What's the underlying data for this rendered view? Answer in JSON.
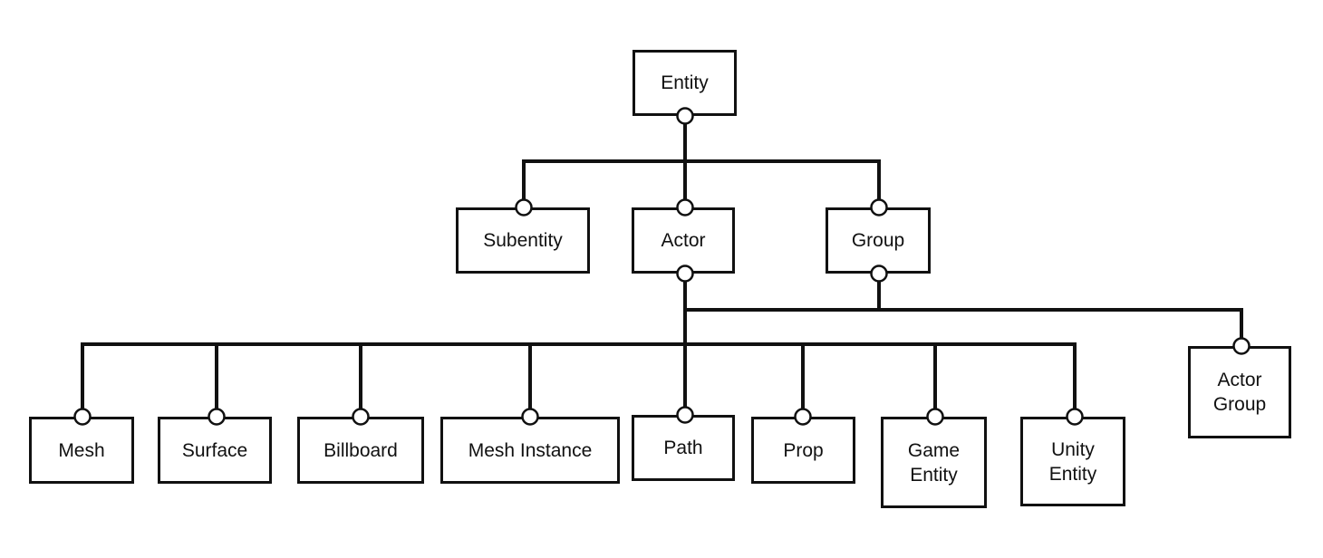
{
  "nodes": {
    "entity": "Entity",
    "subentity": "Subentity",
    "actor": "Actor",
    "group": "Group",
    "mesh": "Mesh",
    "surface": "Surface",
    "billboard": "Billboard",
    "mesh_instance": "Mesh Instance",
    "path": "Path",
    "prop": "Prop",
    "game_entity": "Game\nEntity",
    "unity_entity": "Unity\nEntity",
    "actor_group": "Actor\nGroup"
  }
}
